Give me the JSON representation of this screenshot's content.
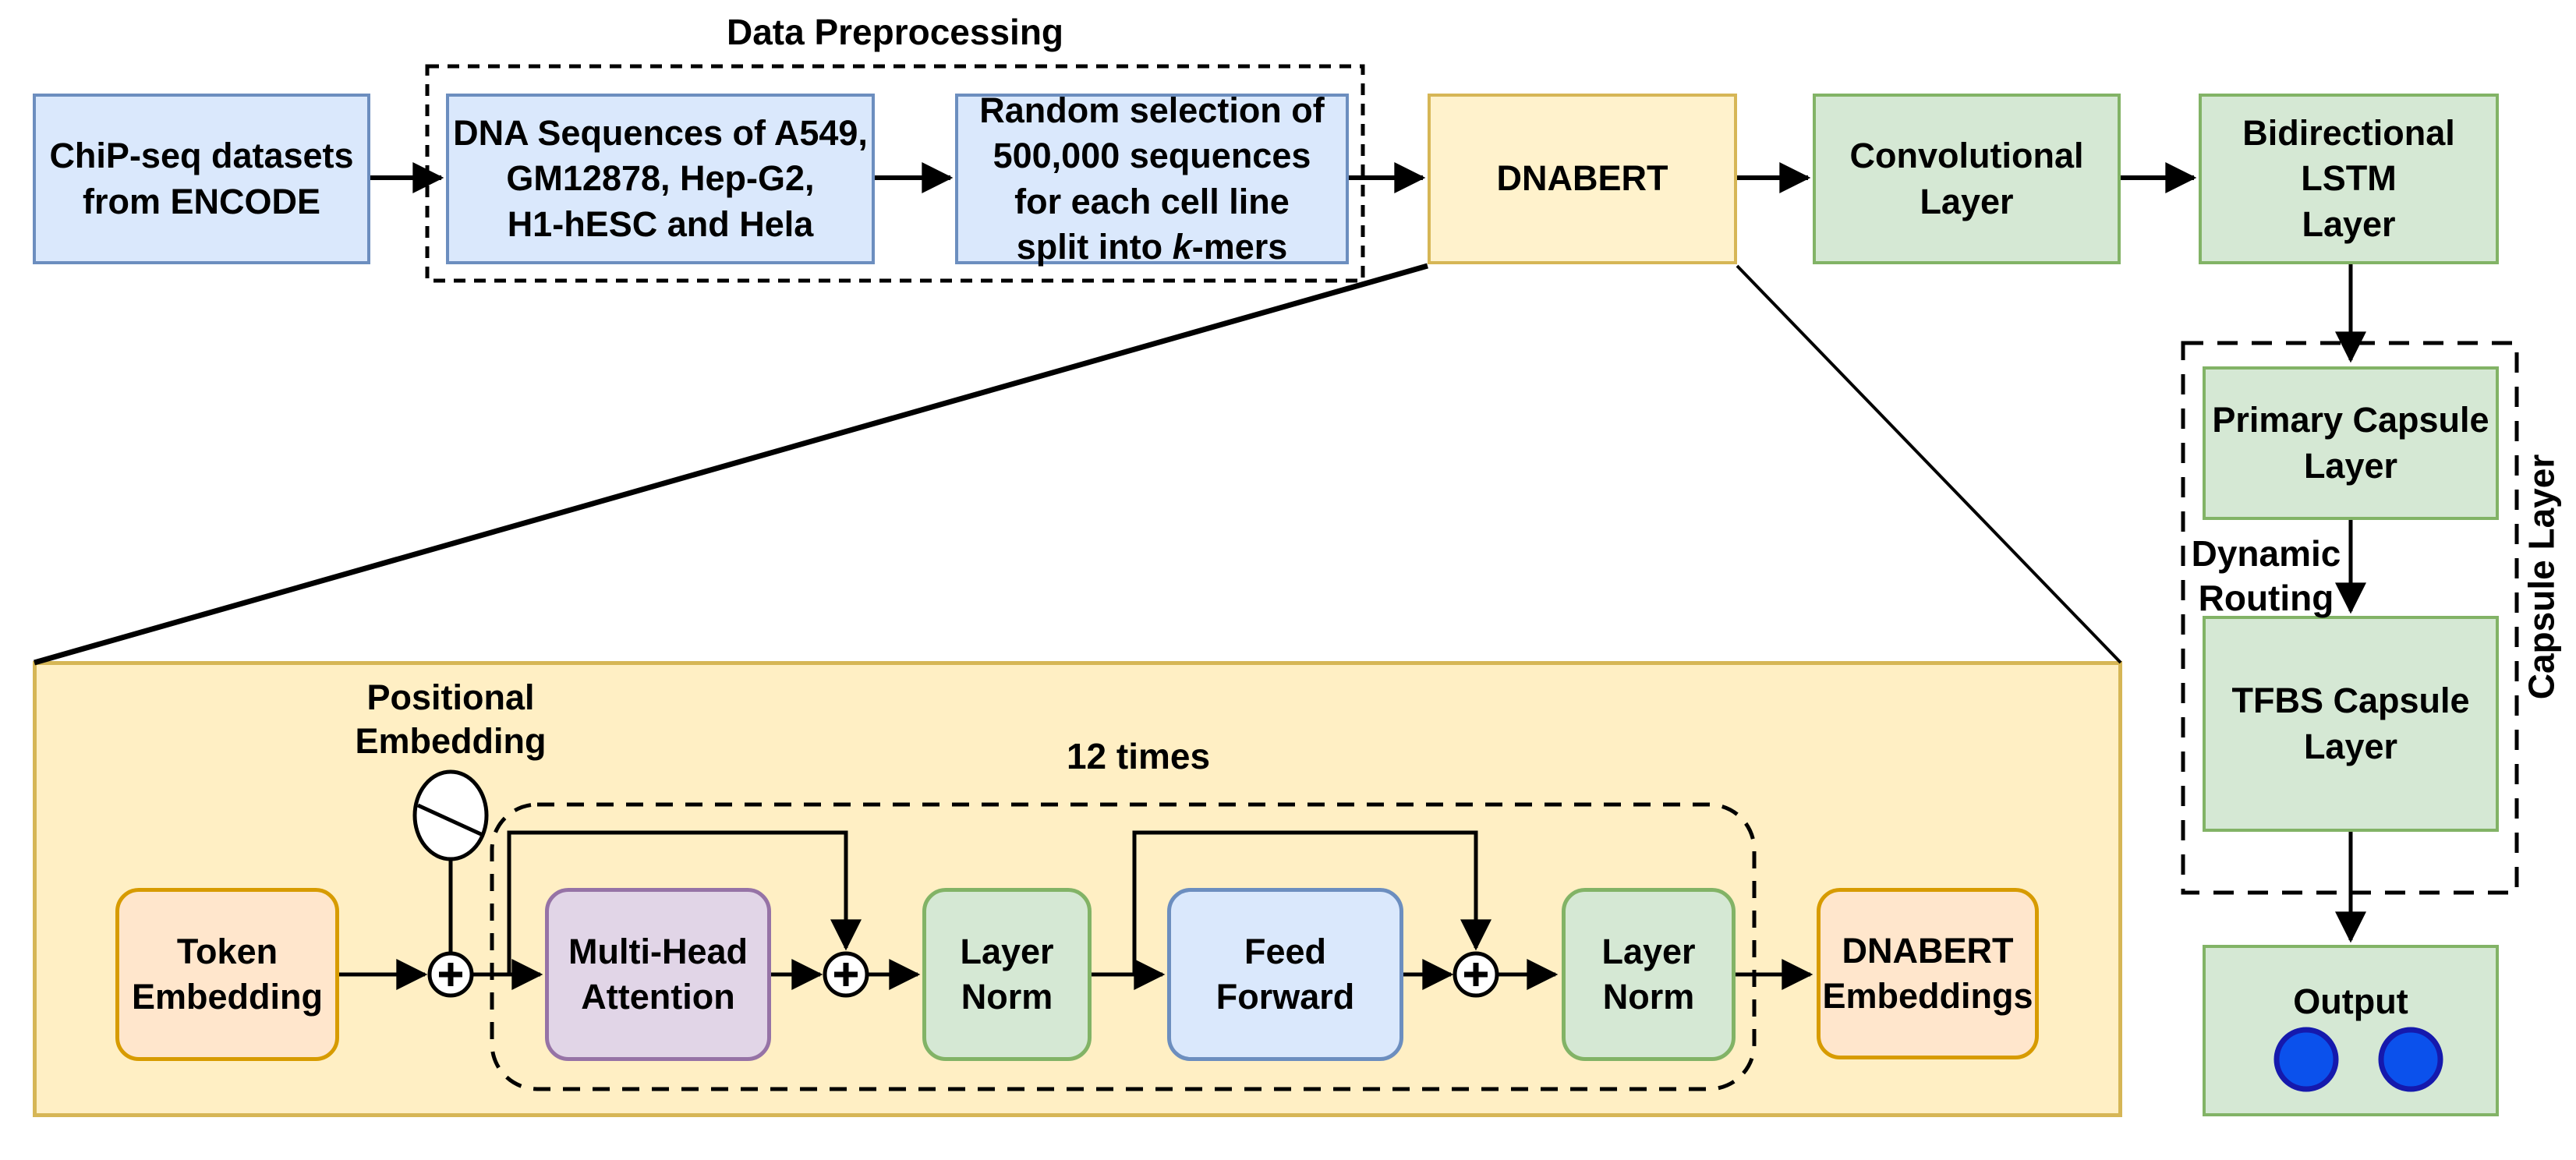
{
  "top_row": {
    "chipseq": {
      "label": "ChiP-seq datasets\nfrom ENCODE"
    },
    "preprocessing": {
      "title": "Data Preprocessing",
      "dna_sequences": {
        "label": "DNA Sequences of A549,\nGM12878, Hep-G2,\nH1-hESC and Hela"
      },
      "random_selection": {
        "text_before_k": "Random selection of\n500,000 sequences\nfor each cell line\nsplit into ",
        "k_italic": "k",
        "text_after_k": "-mers"
      }
    },
    "dnabert": {
      "label": "DNABERT"
    },
    "conv": {
      "label": "Convolutional\nLayer"
    },
    "bilstm": {
      "label": "Bidirectional\nLSTM\nLayer"
    }
  },
  "capsule_section": {
    "group_label": "Capsule Layer",
    "primary": {
      "label": "Primary Capsule\nLayer"
    },
    "routing_label": "Dynamic\nRouting",
    "tfbs": {
      "label": "TFBS Capsule\nLayer"
    },
    "output": {
      "label": "Output",
      "node_count": 2
    }
  },
  "dnabert_detail": {
    "positional_label": "Positional\nEmbedding",
    "token": {
      "label": "Token\nEmbedding"
    },
    "repeat_label": "12 times",
    "mha": {
      "label": "Multi-Head\nAttention"
    },
    "layer_norm_1": {
      "label": "Layer\nNorm"
    },
    "feed_forward": {
      "label": "Feed\nForward"
    },
    "layer_norm_2": {
      "label": "Layer\nNorm"
    },
    "embeddings": {
      "label": "DNABERT\nEmbeddings"
    },
    "add_symbol": "+"
  },
  "colors": {
    "blue_fill": "#dae8fc",
    "blue_border": "#6c8ebf",
    "green_fill": "#d5e8d4",
    "green_border": "#82b366",
    "yellow_fill": "#fff2cc",
    "yellow_border": "#d6b656",
    "panel_fill": "#ffefc4",
    "orange_fill": "#ffe6cc",
    "orange_border": "#d79b00",
    "purple_fill": "#e1d5e7",
    "purple_border": "#9673a6",
    "output_node_fill": "#0b51ec",
    "output_node_border": "#1519ad",
    "line_color": "#000000"
  }
}
